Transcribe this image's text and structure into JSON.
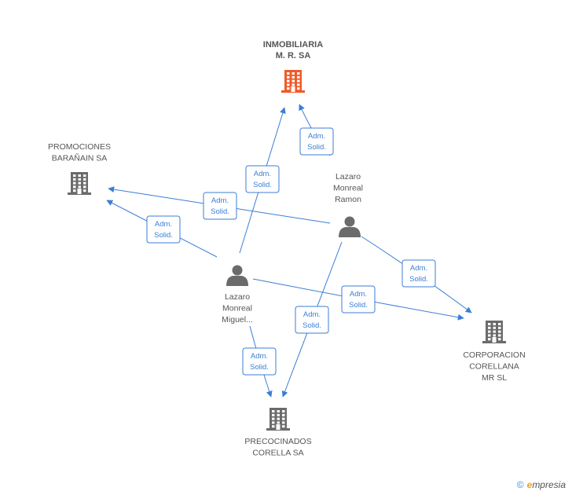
{
  "nodes": [
    {
      "id": "inmo",
      "type": "company",
      "highlight": true,
      "lines": [
        "INMOBILIARIA",
        "M. R. SA"
      ]
    },
    {
      "id": "promo",
      "type": "company",
      "highlight": false,
      "lines": [
        "PROMOCIONES",
        "BARAÑAIN SA"
      ]
    },
    {
      "id": "ramon",
      "type": "person",
      "highlight": false,
      "lines": [
        "Lazaro",
        "Monreal",
        "Ramon"
      ]
    },
    {
      "id": "miguel",
      "type": "person",
      "highlight": false,
      "lines": [
        "Lazaro",
        "Monreal",
        "Miguel..."
      ]
    },
    {
      "id": "corp",
      "type": "company",
      "highlight": false,
      "lines": [
        "CORPORACION",
        "CORELLANA",
        "MR SL"
      ]
    },
    {
      "id": "preco",
      "type": "company",
      "highlight": false,
      "lines": [
        "PRECOCINADOS",
        "CORELLA SA"
      ]
    }
  ],
  "edges": [
    {
      "from": "ramon",
      "to": "inmo",
      "label": [
        "Adm.",
        "Solid."
      ]
    },
    {
      "from": "miguel",
      "to": "inmo",
      "label": [
        "Adm.",
        "Solid."
      ]
    },
    {
      "from": "ramon",
      "to": "promo",
      "label": [
        "Adm.",
        "Solid."
      ]
    },
    {
      "from": "miguel",
      "to": "promo",
      "label": [
        "Adm.",
        "Solid."
      ]
    },
    {
      "from": "ramon",
      "to": "corp",
      "label": [
        "Adm.",
        "Solid."
      ]
    },
    {
      "from": "miguel",
      "to": "corp",
      "label": [
        "Adm.",
        "Solid."
      ]
    },
    {
      "from": "ramon",
      "to": "preco",
      "label": [
        "Adm.",
        "Solid."
      ]
    },
    {
      "from": "miguel",
      "to": "preco",
      "label": [
        "Adm.",
        "Solid."
      ]
    }
  ],
  "colors": {
    "edge": "#3b7ed6",
    "company": "#6b6b6b",
    "highlight": "#f05a28",
    "person": "#6b6b6b"
  },
  "brand": {
    "copyright": "©",
    "name_first": "e",
    "name_rest": "mpresia"
  }
}
